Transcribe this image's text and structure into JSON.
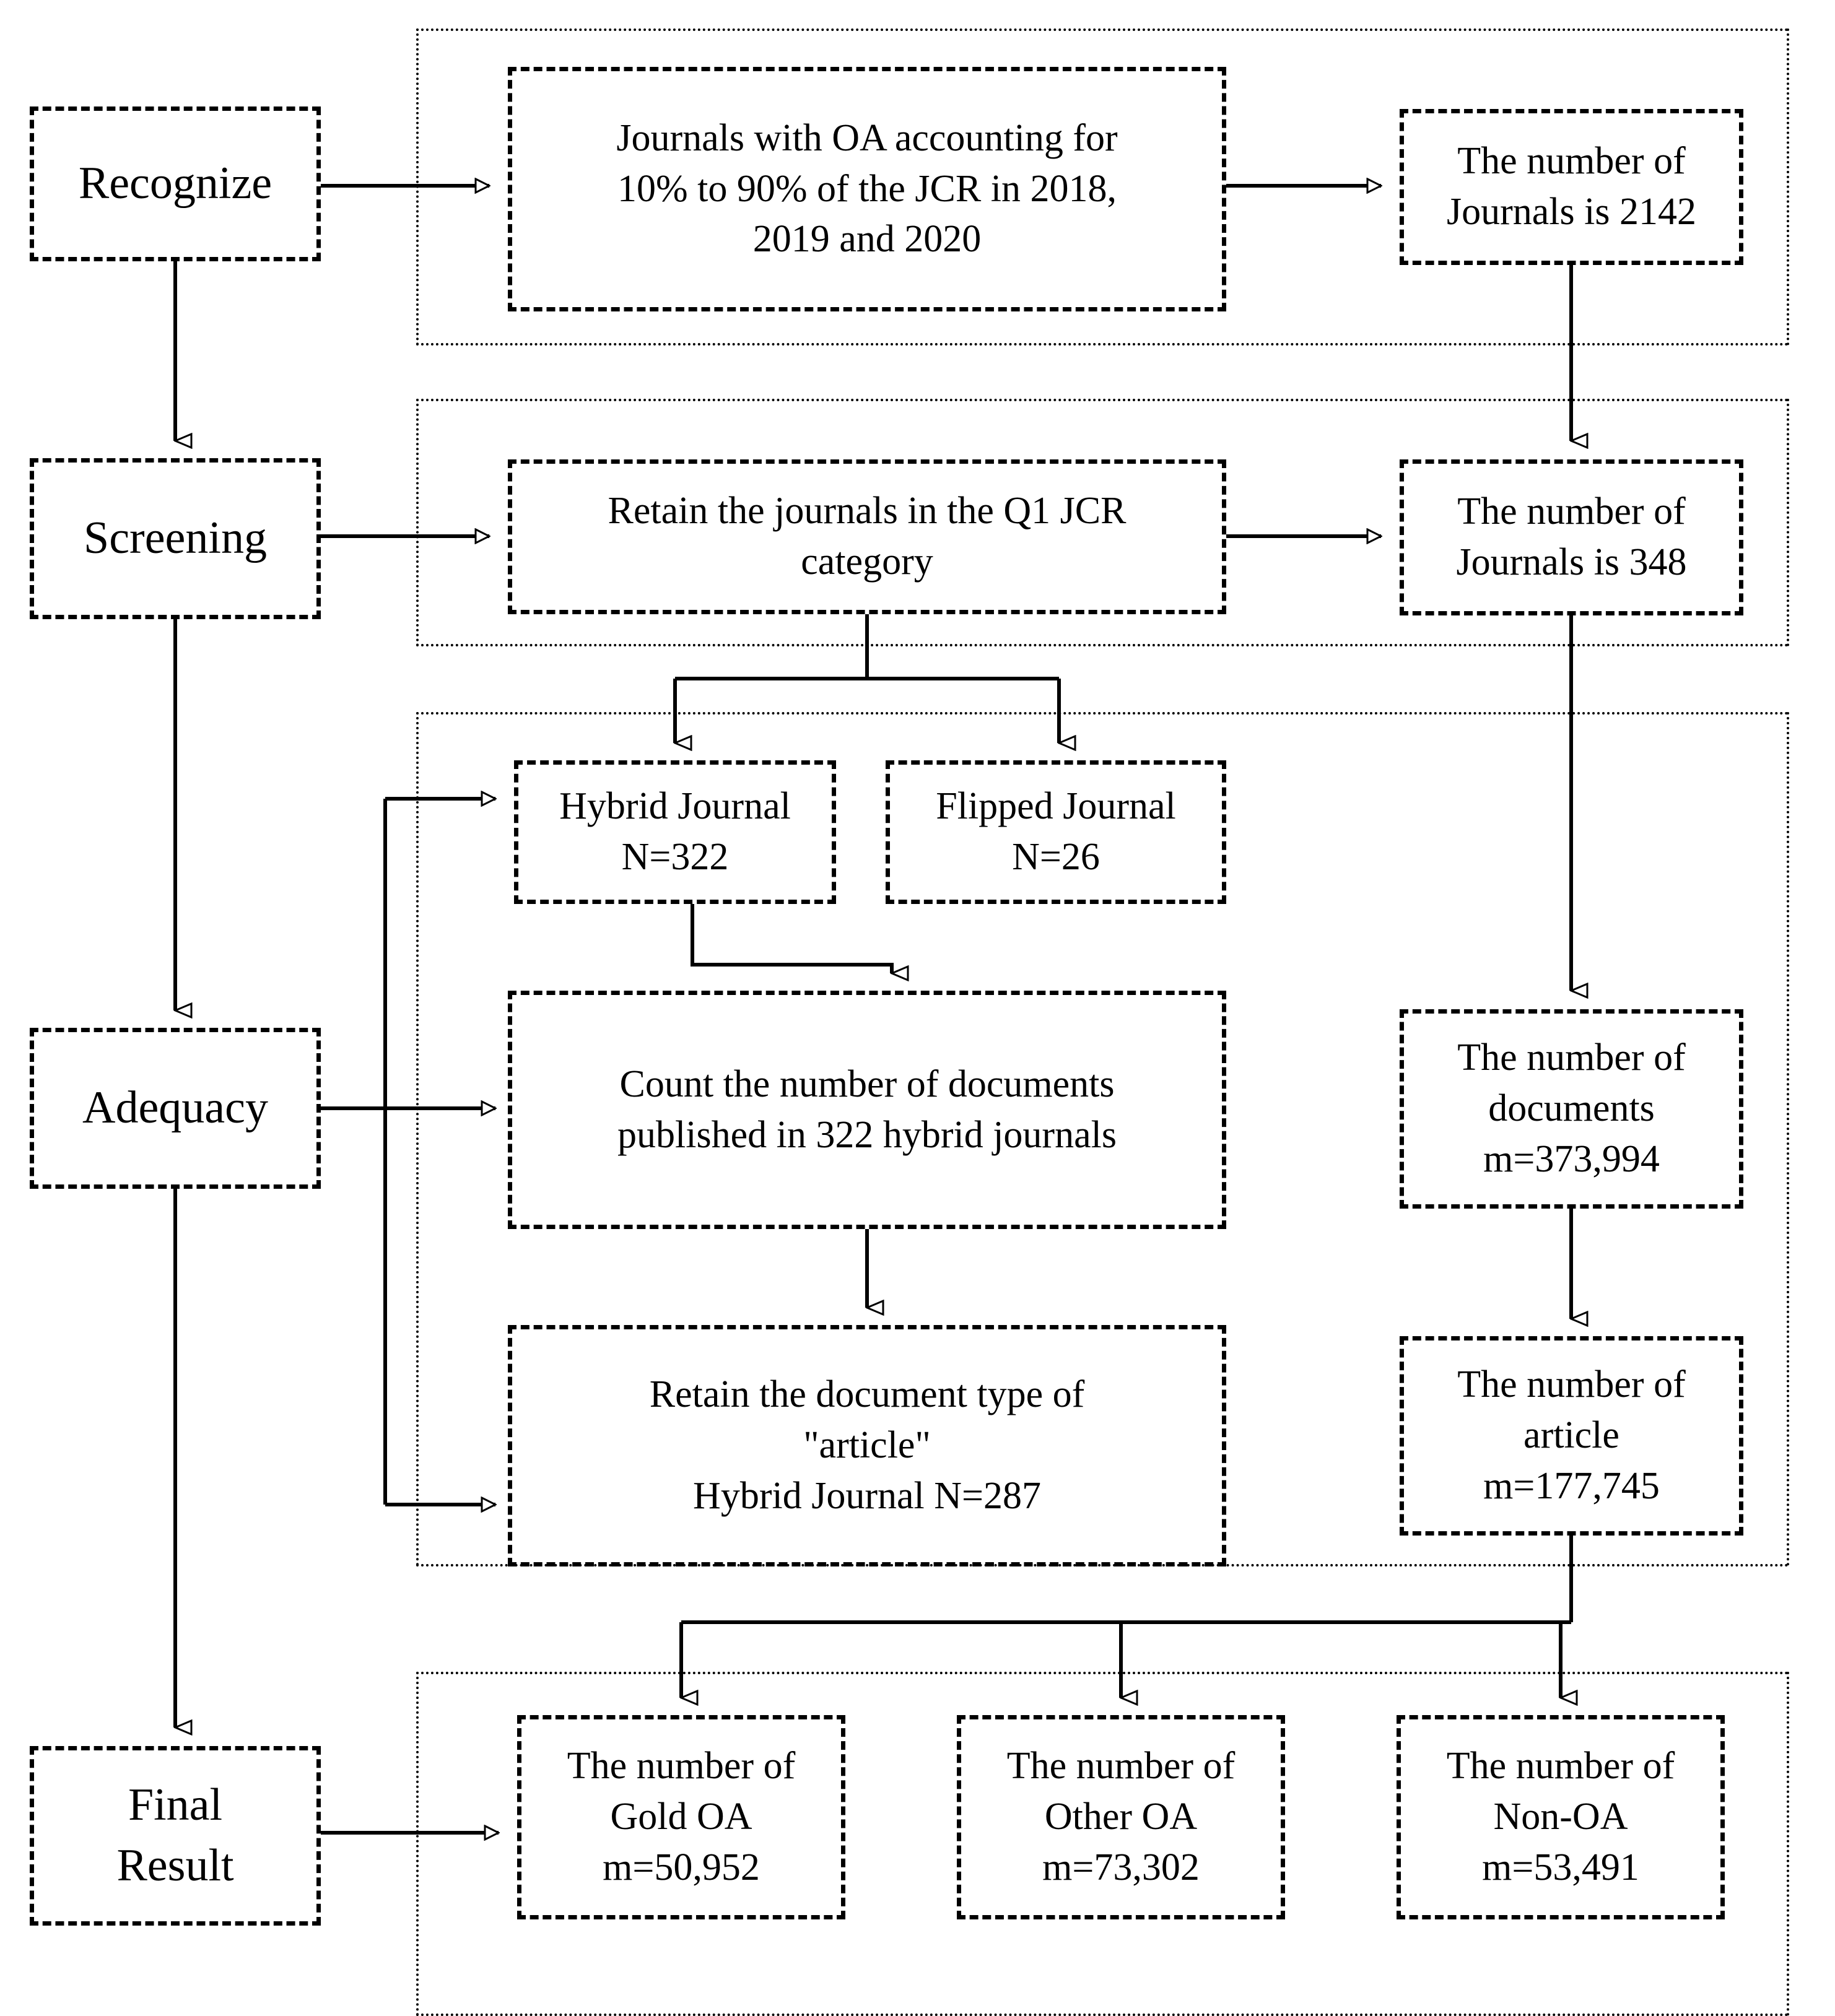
{
  "diagram": {
    "type": "flowchart",
    "title": "",
    "stages": [
      {
        "id": "recognize",
        "label": "Recognize"
      },
      {
        "id": "screening",
        "label": "Screening"
      },
      {
        "id": "adequacy",
        "label": "Adequacy"
      },
      {
        "id": "final_result",
        "label": "Final\nResult"
      }
    ],
    "nodes": {
      "criteria": {
        "text": "Journals with OA accounting for 10% to 90% of the JCR in 2018, 2019 and 2020"
      },
      "journals_2142": {
        "text": "The number of Journals is 2142"
      },
      "retain_q1": {
        "text": "Retain the journals in the Q1 JCR category"
      },
      "journals_348": {
        "text": "The number of Journals is 348"
      },
      "hybrid_journal": {
        "text": "Hybrid Journal N=322"
      },
      "flipped_journal": {
        "text": "Flipped Journal N=26"
      },
      "count_docs": {
        "text": "Count the number of documents published in 322 hybrid  journals"
      },
      "docs_total": {
        "text": "The number of documents m=373,994"
      },
      "retain_article": {
        "text": "Retain the document type of \"article\" Hybrid Journal N=287"
      },
      "article_total": {
        "text": "The number of article m=177,745"
      },
      "gold_oa": {
        "text": "The number of Gold OA m=50,952"
      },
      "other_oa": {
        "text": "The number of Other OA m=73,302"
      },
      "non_oa": {
        "text": "The number of Non-OA m=53,491"
      }
    },
    "node_lines": {
      "criteria": [
        "Journals with OA accounting for",
        "10% to 90% of the JCR in 2018,",
        "2019 and 2020"
      ],
      "journals_2142": [
        "The number of",
        "Journals is 2142"
      ],
      "retain_q1": [
        "Retain the journals in the Q1 JCR",
        "category"
      ],
      "journals_348": [
        "The number of",
        "Journals is 348"
      ],
      "hybrid_journal": [
        "Hybrid Journal",
        "N=322"
      ],
      "flipped_journal": [
        "Flipped Journal",
        "N=26"
      ],
      "count_docs": [
        "Count the number of documents",
        "published in 322 hybrid  journals"
      ],
      "docs_total": [
        "The number of",
        "documents",
        "m=373,994"
      ],
      "retain_article": [
        "Retain the document type of",
        "\"article\"",
        "Hybrid Journal N=287"
      ],
      "article_total": [
        "The number of",
        "article",
        "m=177,745"
      ],
      "gold_oa": [
        "The number of",
        "Gold OA",
        "m=50,952"
      ],
      "other_oa": [
        "The number of",
        "Other OA",
        "m=73,302"
      ],
      "non_oa": [
        "The number of",
        "Non-OA",
        "m=53,491"
      ],
      "recognize": [
        "Recognize"
      ],
      "screening": [
        "Screening"
      ],
      "adequacy": [
        "Adequacy"
      ],
      "final_result": [
        "Final",
        "Result"
      ]
    },
    "counts": {
      "journals_identified": 2142,
      "journals_q1": 348,
      "hybrid_journals": 322,
      "flipped_journals": 26,
      "hybrid_journals_article": 287,
      "documents": "373,994",
      "articles": "177,745",
      "gold_oa": "50,952",
      "other_oa": "73,302",
      "non_oa": "53,491"
    },
    "colors": {
      "line": "#000000",
      "background": "#ffffff",
      "text": "#000000"
    }
  }
}
